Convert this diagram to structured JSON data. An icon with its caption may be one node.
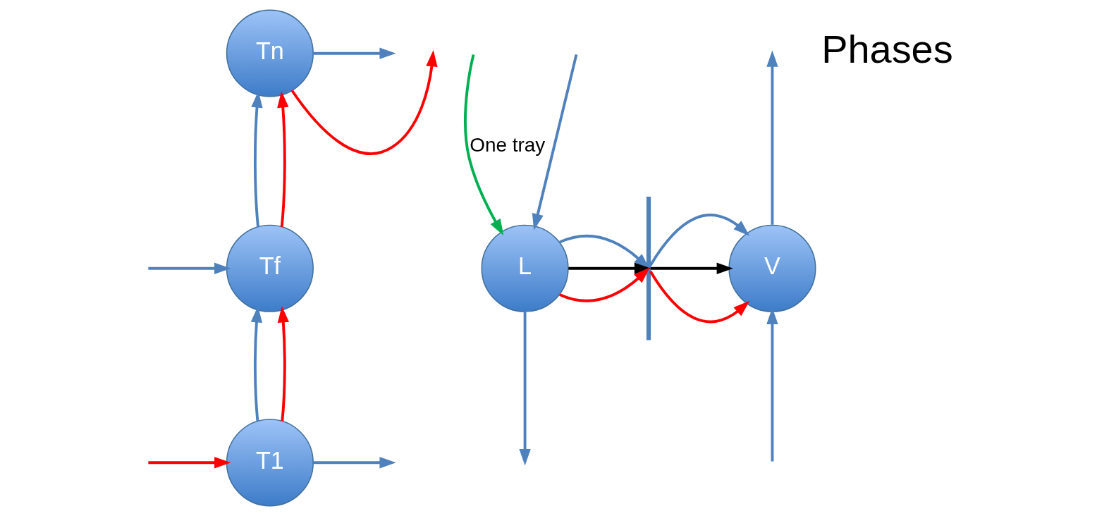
{
  "diagram": {
    "nodes": [
      {
        "text": [
          "Tn"
        ]
      },
      {
        "text": [
          "Tf"
        ]
      },
      {
        "text": [
          "T1"
        ]
      },
      {
        "text": [
          "L"
        ]
      },
      {
        "text": [],
        "shape": "bar"
      },
      {
        "text": [
          "V"
        ]
      }
    ],
    "edges": [
      {
        "from": 0,
        "to": null,
        "arrow": "to",
        "color": "#ff0000"
      },
      {
        "from": 0,
        "to": null,
        "arrow": "to"
      },
      {
        "from": 1,
        "to": 0,
        "arrow": "to"
      },
      {
        "from": 1,
        "to": 0,
        "arrow": "to",
        "color": "#ff0000"
      },
      {
        "from": null,
        "to": 1,
        "arrow": "to"
      },
      {
        "from": 2,
        "to": 1,
        "arrow": "to"
      },
      {
        "from": 2,
        "to": 1,
        "arrow": "to",
        "color": "#ff0000"
      },
      {
        "from": null,
        "to": 2,
        "arrow": "to",
        "color": "#ff0000"
      },
      {
        "from": 2,
        "to": null,
        "arrow": "to"
      },
      {
        "from": null,
        "to": 3,
        "arrow": "to",
        "label": "One tray",
        "color": "#00b050"
      },
      {
        "from": null,
        "to": 3,
        "arrow": "to"
      },
      {
        "from": 3,
        "to": null,
        "arrow": "to"
      },
      {
        "from": 3,
        "to": 4,
        "arrow": "to"
      },
      {
        "from": 3,
        "to": 4,
        "arrow": "to",
        "color": "#000000"
      },
      {
        "from": 3,
        "to": 4,
        "arrow": "to",
        "color": "#ff0000"
      },
      {
        "from": 4,
        "to": 5,
        "arrow": "to"
      },
      {
        "from": 4,
        "to": 5,
        "arrow": "to",
        "color": "#000000"
      },
      {
        "from": 4,
        "to": 5,
        "arrow": "to",
        "color": "#ff0000"
      },
      {
        "from": 5,
        "to": null,
        "arrow": "to"
      },
      {
        "from": null,
        "to": 5,
        "arrow": "to"
      }
    ],
    "labels": [
      "Phases"
    ]
  }
}
